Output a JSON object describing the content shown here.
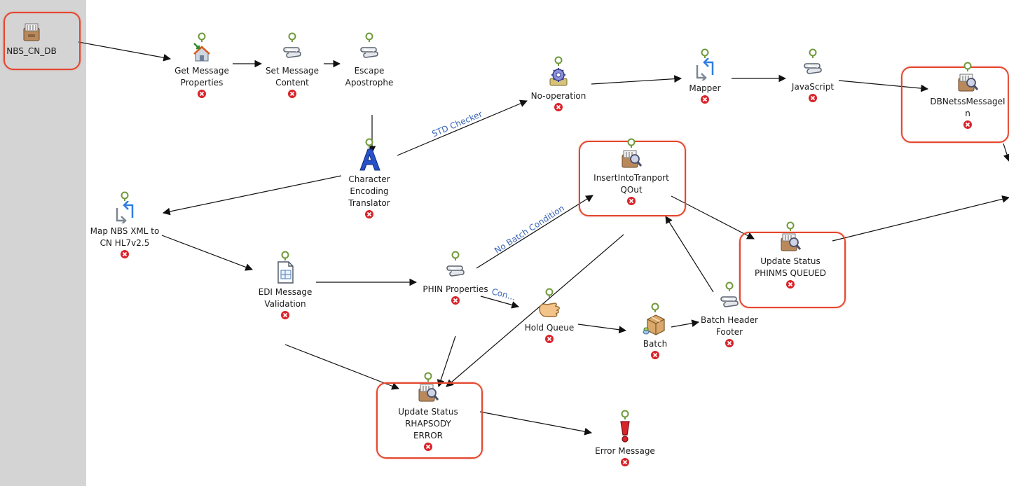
{
  "nodes": {
    "nbs_cn_db": "NBS_CN_DB",
    "get_message_properties": "Get Message\nProperties",
    "set_message_content": "Set Message\nContent",
    "escape_apostrophe": "Escape\nApostrophe",
    "no_operation": "No-operation",
    "mapper": "Mapper",
    "javascript": "JavaScript",
    "dbnetss_message_in": "DBNetssMessageI\nn",
    "character_encoding_translator": "Character\nEncoding\nTranslator",
    "insert_into_transport_qout": "InsertIntoTranport\nQOut",
    "map_nbs_xml": "Map NBS XML to\nCN HL7v2.5",
    "edi_message_validation": "EDI Message\nValidation",
    "phin_properties": "PHIN Properties",
    "update_status_phinms_queued": "Update Status\nPHINMS QUEUED",
    "hold_queue": "Hold Queue",
    "batch": "Batch",
    "batch_header_footer": "Batch Header\nFooter",
    "update_status_rhapsody_error": "Update Status\nRHAPSODY\nERROR",
    "error_message": "Error Message"
  },
  "edge_labels": {
    "std_checker": "STD Checker",
    "no_batch_condition": "No Batch Condition",
    "con": "Con..."
  },
  "colors": {
    "gutter": "#d4d4d4",
    "highlight": "#e4472e",
    "arrow": "#111111",
    "edge_label": "#3a64b7",
    "connector_in": "#6f9a3a",
    "error_out": "#d9232a"
  }
}
